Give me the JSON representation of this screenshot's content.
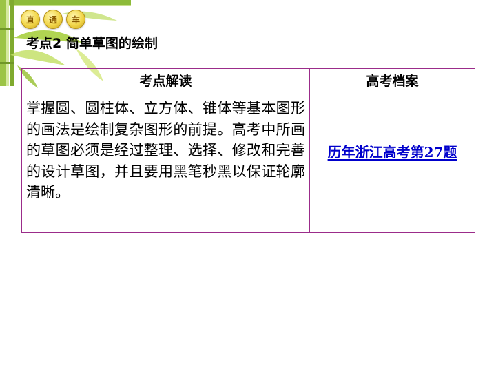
{
  "badges": [
    "直",
    "通",
    "车"
  ],
  "title": "考点2 简单草图的绘制",
  "table": {
    "headers": [
      "考点解读",
      "高考档案"
    ],
    "interpretation": "掌握圆、圆柱体、立方体、锥体等基本图形的画法是绘制复杂图形的前提。高考中所画的草图必须是经过整理、选择、修改和完善的设计草图，并且要用黑笔秒黑以保证轮廓清晰。",
    "archive_link": "历年浙江高考第27题"
  },
  "colors": {
    "table_border": "#9b2c8a",
    "link": "#0000cc",
    "badge": "#f2d64a"
  }
}
